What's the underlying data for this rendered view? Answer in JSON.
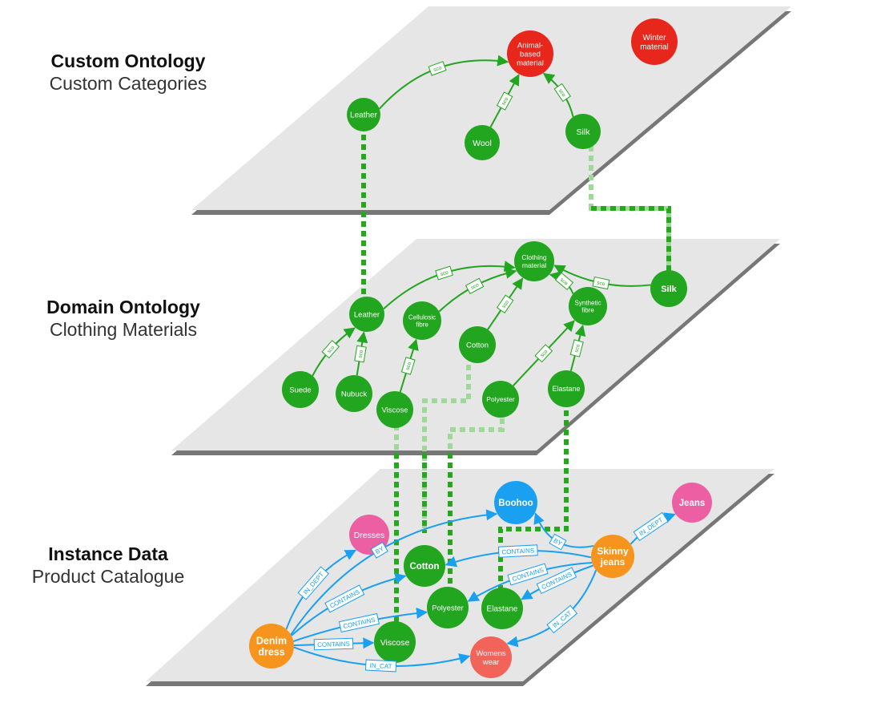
{
  "layers": {
    "custom": {
      "title": "Custom Ontology",
      "subtitle": "Custom Categories"
    },
    "domain": {
      "title": "Domain Ontology",
      "subtitle": "Clothing Materials"
    },
    "instance": {
      "title": "Instance Data",
      "subtitle": "Product Catalogue"
    }
  },
  "colors": {
    "plane": "#e6e6e6",
    "plane_shadow": "#4a4a4a",
    "green": "#22a51f",
    "red": "#e8271c",
    "blue": "#1aa0f0",
    "orange": "#f7941d",
    "pink": "#ec5fa3",
    "salmon": "#f2645a",
    "mapping": "#25a81c",
    "mapping_light": "#9fd99a"
  },
  "nodes": {
    "custom_leather": "Leather",
    "custom_animal": [
      "Animal-",
      "based",
      "material"
    ],
    "custom_winter": [
      "Winter",
      "material"
    ],
    "custom_wool": "Wool",
    "custom_silk": "Silk",
    "domain_clothing": [
      "Clothing",
      "material"
    ],
    "domain_leather": "Leather",
    "domain_cellulosic": [
      "Cellulosic",
      "fibre"
    ],
    "domain_synthetic": [
      "Synthetic",
      "fibre"
    ],
    "domain_silk": "Silk",
    "domain_cotton": "Cotton",
    "domain_suede": "Suede",
    "domain_nubuck": "Nubuck",
    "domain_viscose": "Viscose",
    "domain_polyester": "Polyester",
    "domain_elastane": "Elastane",
    "inst_boohoo": "Boohoo",
    "inst_jeans": "Jeans",
    "inst_dresses": "Dresses",
    "inst_skinny": [
      "Skinny",
      "jeans"
    ],
    "inst_cotton": "Cotton",
    "inst_polyester": "Polyester",
    "inst_elastane": "Elastane",
    "inst_denim": [
      "Denim",
      "dress"
    ],
    "inst_viscose": "Viscose",
    "inst_womens": [
      "Womens",
      "wear"
    ]
  },
  "edge_labels": {
    "sco": "sco",
    "in_dept": "IN_DEPT",
    "by": "BY",
    "contains": "CONTAINS",
    "in_cat": "IN_CAT"
  }
}
